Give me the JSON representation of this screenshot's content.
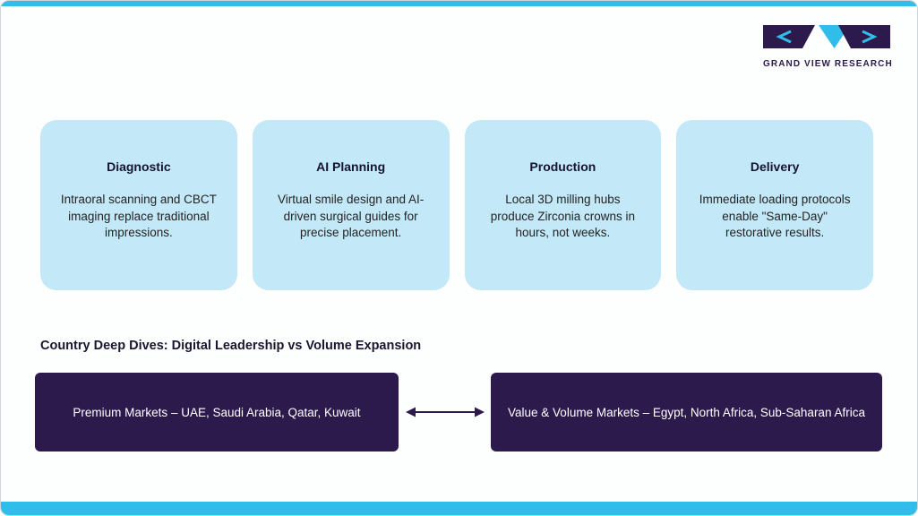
{
  "brand": {
    "logo_text": "GRAND VIEW RESEARCH",
    "colors": {
      "purple": "#2d1a4d",
      "cyan": "#31bde9",
      "card_blue": "#c3e8f7"
    }
  },
  "process_cards": [
    {
      "title": "Diagnostic",
      "description": "Intraoral scanning and CBCT imaging replace traditional impressions."
    },
    {
      "title": "AI Planning",
      "description": "Virtual smile design and AI-driven surgical guides for precise placement."
    },
    {
      "title": "Production",
      "description": "Local 3D milling hubs produce Zirconia crowns in hours, not weeks."
    },
    {
      "title": "Delivery",
      "description": "Immediate loading protocols enable \"Same-Day\" restorative results."
    }
  ],
  "section": {
    "heading": "Country Deep Dives: Digital Leadership vs Volume Expansion",
    "left_box": "Premium Markets – UAE, Saudi Arabia, Qatar, Kuwait",
    "right_box": "Value & Volume Markets – Egypt, North Africa, Sub-Saharan Africa"
  }
}
